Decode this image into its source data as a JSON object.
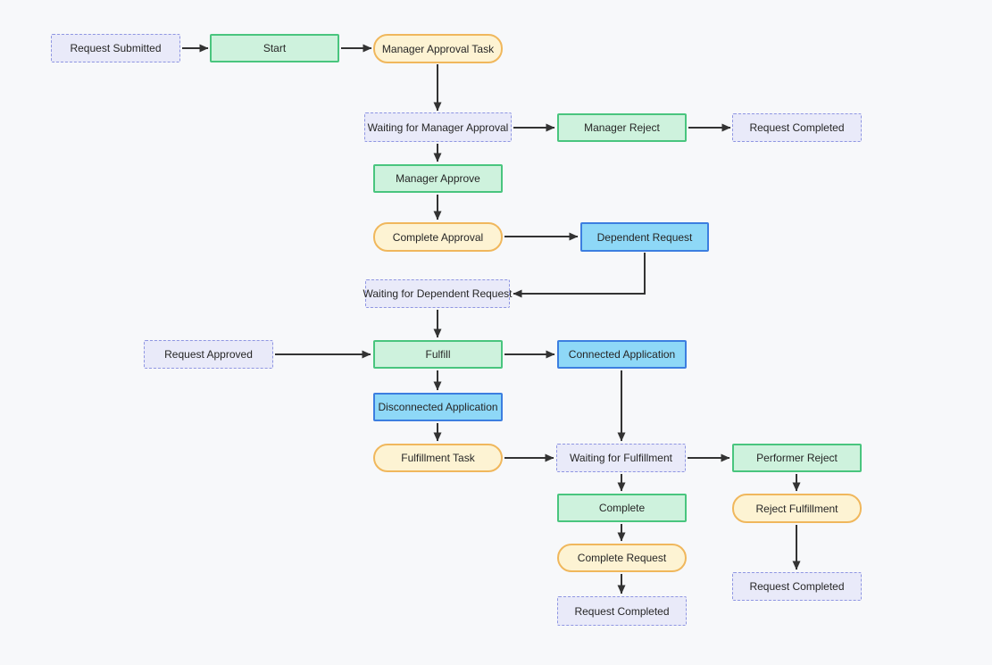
{
  "diagram": {
    "colors": {
      "background": "#f7f8fa",
      "event_fill": "#e9eaf9",
      "event_border": "#8f96e2",
      "action_fill": "#cef2dd",
      "action_border": "#49c57e",
      "task_fill": "#fdf3d3",
      "task_border": "#f0b75c",
      "app_fill": "#8ed8f7",
      "app_border": "#3c7ee0",
      "connector": "#333333",
      "text": "#262626"
    },
    "node_types": {
      "event": "dashed lavender state box",
      "action": "green activity box",
      "task": "yellow rounded task pill",
      "app": "blue application box"
    }
  },
  "nodes": {
    "request_submitted": {
      "label": "Request Submitted",
      "type": "event"
    },
    "start": {
      "label": "Start",
      "type": "action"
    },
    "manager_approval_task": {
      "label": "Manager Approval Task",
      "type": "task"
    },
    "waiting_for_manager_approval": {
      "label": "Waiting for Manager Approval",
      "type": "event"
    },
    "manager_reject": {
      "label": "Manager Reject",
      "type": "action"
    },
    "request_completed_top": {
      "label": "Request Completed",
      "type": "event"
    },
    "manager_approve": {
      "label": "Manager Approve",
      "type": "action"
    },
    "complete_approval": {
      "label": "Complete Approval",
      "type": "task"
    },
    "dependent_request": {
      "label": "Dependent Request",
      "type": "app"
    },
    "waiting_for_dependent_request": {
      "label": "Waiting for Dependent Request",
      "type": "event"
    },
    "request_approved": {
      "label": "Request Approved",
      "type": "event"
    },
    "fulfill": {
      "label": "Fulfill",
      "type": "action"
    },
    "connected_application": {
      "label": "Connected Application",
      "type": "app"
    },
    "disconnected_application": {
      "label": "Disconnected Application",
      "type": "app"
    },
    "fulfillment_task": {
      "label": "Fulfillment Task",
      "type": "task"
    },
    "waiting_for_fulfillment": {
      "label": "Waiting for Fulfillment",
      "type": "event"
    },
    "performer_reject": {
      "label": "Performer Reject",
      "type": "action"
    },
    "complete": {
      "label": "Complete",
      "type": "action"
    },
    "reject_fulfillment": {
      "label": "Reject Fulfillment",
      "type": "task"
    },
    "complete_request": {
      "label": "Complete Request",
      "type": "task"
    },
    "request_completed_middle": {
      "label": "Request Completed",
      "type": "event"
    },
    "request_completed_right": {
      "label": "Request Completed",
      "type": "event"
    }
  },
  "edges": [
    {
      "from": "request_submitted",
      "to": "start"
    },
    {
      "from": "start",
      "to": "manager_approval_task"
    },
    {
      "from": "manager_approval_task",
      "to": "waiting_for_manager_approval"
    },
    {
      "from": "waiting_for_manager_approval",
      "to": "manager_reject"
    },
    {
      "from": "manager_reject",
      "to": "request_completed_top"
    },
    {
      "from": "waiting_for_manager_approval",
      "to": "manager_approve"
    },
    {
      "from": "manager_approve",
      "to": "complete_approval"
    },
    {
      "from": "complete_approval",
      "to": "dependent_request"
    },
    {
      "from": "dependent_request",
      "to": "waiting_for_dependent_request"
    },
    {
      "from": "waiting_for_dependent_request",
      "to": "fulfill"
    },
    {
      "from": "request_approved",
      "to": "fulfill"
    },
    {
      "from": "fulfill",
      "to": "connected_application"
    },
    {
      "from": "fulfill",
      "to": "disconnected_application"
    },
    {
      "from": "disconnected_application",
      "to": "fulfillment_task"
    },
    {
      "from": "fulfillment_task",
      "to": "waiting_for_fulfillment"
    },
    {
      "from": "connected_application",
      "to": "waiting_for_fulfillment"
    },
    {
      "from": "waiting_for_fulfillment",
      "to": "performer_reject"
    },
    {
      "from": "waiting_for_fulfillment",
      "to": "complete"
    },
    {
      "from": "complete",
      "to": "complete_request"
    },
    {
      "from": "complete_request",
      "to": "request_completed_middle"
    },
    {
      "from": "performer_reject",
      "to": "reject_fulfillment"
    },
    {
      "from": "reject_fulfillment",
      "to": "request_completed_right"
    }
  ]
}
